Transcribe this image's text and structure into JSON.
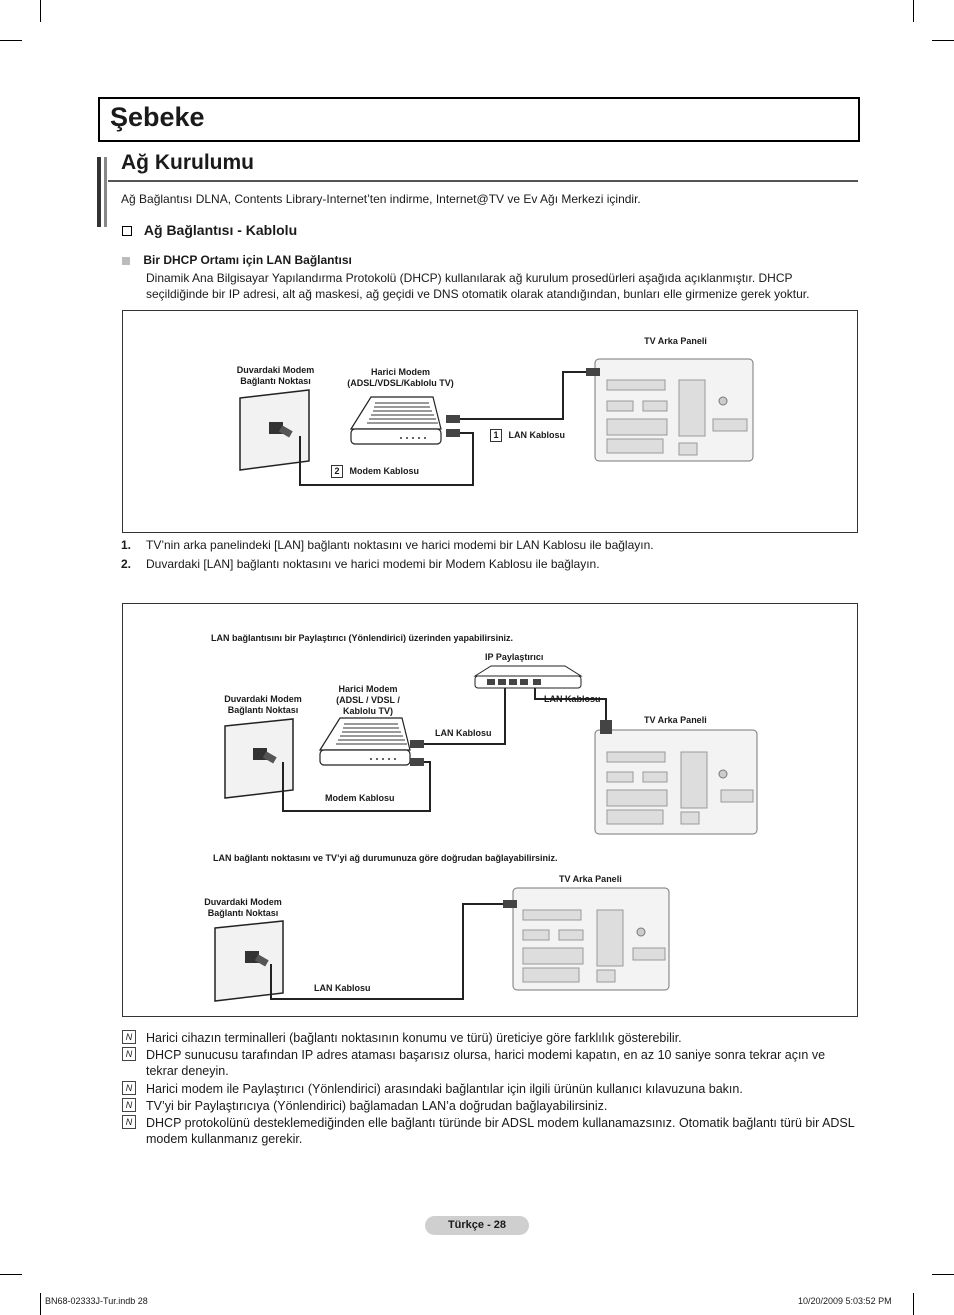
{
  "page_title": "Şebeke",
  "section_title": "Ağ Kurulumu",
  "intro": "Ağ Bağlantısı DLNA, Contents Library-Internet’ten indirme, Internet@TV ve Ev Ağı Merkezi içindir.",
  "subsection": "Ağ Bağlantısı - Kablolu",
  "dhcp_heading": "Bir DHCP Ortamı için LAN Bağlantısı",
  "dhcp_text_1": "Dinamik Ana Bilgisayar Yapılandırma Protokolü (DHCP) kullanılarak ağ kurulum prosedürleri aşağıda açıklanmıştır. DHCP",
  "dhcp_text_2": "seçildiğinde bir IP adresi, alt ağ maskesi, ağ geçidi ve DNS otomatik olarak atandığından, bunları elle girmenize gerek yoktur.",
  "diagram1": {
    "tv_panel": "TV Arka Paneli",
    "wall_line1": "Duvardaki Modem",
    "wall_line2": "Bağlantı Noktası",
    "modem_line1": "Harici Modem",
    "modem_line2": "(ADSL/VDSL/Kablolu TV)",
    "lan_num": "1",
    "lan_cable": "LAN Kablosu",
    "modem_num": "2",
    "modem_cable": "Modem Kablosu"
  },
  "steps": [
    {
      "num": "1.",
      "text": "TV’nin arka panelindeki [LAN] bağlantı noktasını ve harici modemi bir LAN Kablosu ile bağlayın."
    },
    {
      "num": "2.",
      "text": "Duvardaki [LAN] bağlantı noktasını ve harici modemi bir Modem Kablosu ile bağlayın."
    }
  ],
  "diagram2": {
    "router_note": "LAN bağlantısını bir Paylaştırıcı (Yönlendirici) üzerinden yapabilirsiniz.",
    "ip_sharer": "IP Paylaştırıcı",
    "wall_line1": "Duvardaki Modem",
    "wall_line2": "Bağlantı Noktası",
    "modem_line1": "Harici Modem",
    "modem_line2": "(ADSL / VDSL /",
    "modem_line3": "Kablolu TV)",
    "lan_cable_a": "LAN Kablosu",
    "lan_cable_b": "LAN Kablosu",
    "tv_panel": "TV Arka Paneli",
    "modem_cable": "Modem Kablosu",
    "direct_note": "LAN bağlantı noktasını ve TV’yi ağ durumunuza göre doğrudan bağlayabilirsiniz.",
    "tv_panel_2": "TV Arka Paneli",
    "wall2_line1": "Duvardaki Modem",
    "wall2_line2": "Bağlantı Noktası",
    "lan_cable_c": "LAN Kablosu"
  },
  "notes": [
    "Harici cihazın terminalleri (bağlantı noktasının konumu ve türü) üreticiye göre farklılık gösterebilir.",
    "DHCP sunucusu tarafından IP adres ataması başarısız olursa, harici modemi kapatın, en az 10 saniye sonra tekrar açın ve tekrar deneyin.",
    "Harici modem ile Paylaştırıcı (Yönlendirici) arasındaki bağlantılar için ilgili ürünün kullanıcı kılavuzuna bakın.",
    "TV’yi bir Paylaştırıcıya (Yönlendirici) bağlamadan LAN’a doğrudan bağlayabilirsiniz.",
    "DHCP protokolünü desteklemediğinden elle bağlantı türünde bir ADSL modem kullanamazsınız. Otomatik bağlantı türü bir ADSL modem kullanmanız gerekir."
  ],
  "note_icon": "N",
  "footer": "Türkçe - 28",
  "slug_left": "BN68-02333J-Tur.indb   28",
  "slug_right": "10/20/2009   5:03:52 PM"
}
